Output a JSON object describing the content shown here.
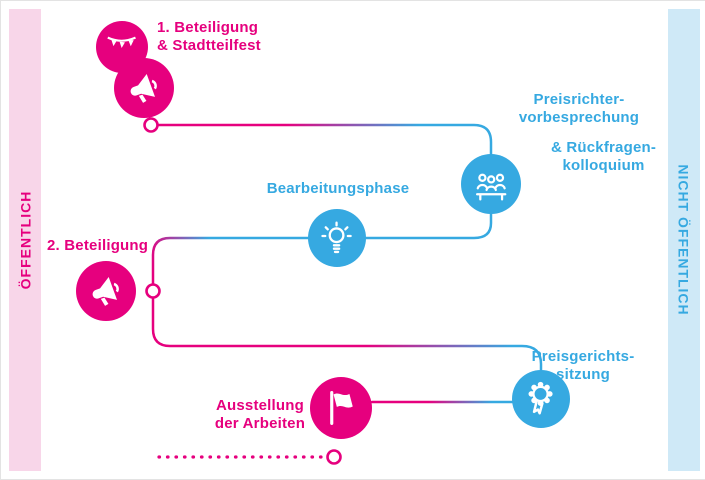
{
  "colors": {
    "pink": "#e6007e",
    "blue": "#36a9e1",
    "pink_light": "#f8d6e9",
    "blue_light": "#cfe9f7",
    "white": "#ffffff"
  },
  "bands": {
    "left": "ÖFFENTLICH",
    "right": "NICHT ÖFFENTLICH"
  },
  "steps": {
    "step1": {
      "line1": "1. Beteiligung",
      "line2": "& Stadtteilfest"
    },
    "jury": {
      "line1": "Preisrichter-",
      "line2": "vorbesprechung",
      "line3": "& Rückfragen-",
      "line4": "kolloquium"
    },
    "phase": {
      "label": "Bearbeitungsphase"
    },
    "step2": {
      "label": "2. Beteiligung"
    },
    "court": {
      "line1": "Preisgerichts-",
      "line2": "sitzung"
    },
    "exhibit": {
      "line1": "Ausstellung",
      "line2": "der Arbeiten"
    }
  },
  "icons": {
    "step1_top": "bunting-icon",
    "step1_bottom": "megaphone-icon",
    "jury": "jury-icon",
    "phase": "lightbulb-icon",
    "step2": "megaphone-icon",
    "court": "medal-icon",
    "exhibit": "flag-icon"
  }
}
